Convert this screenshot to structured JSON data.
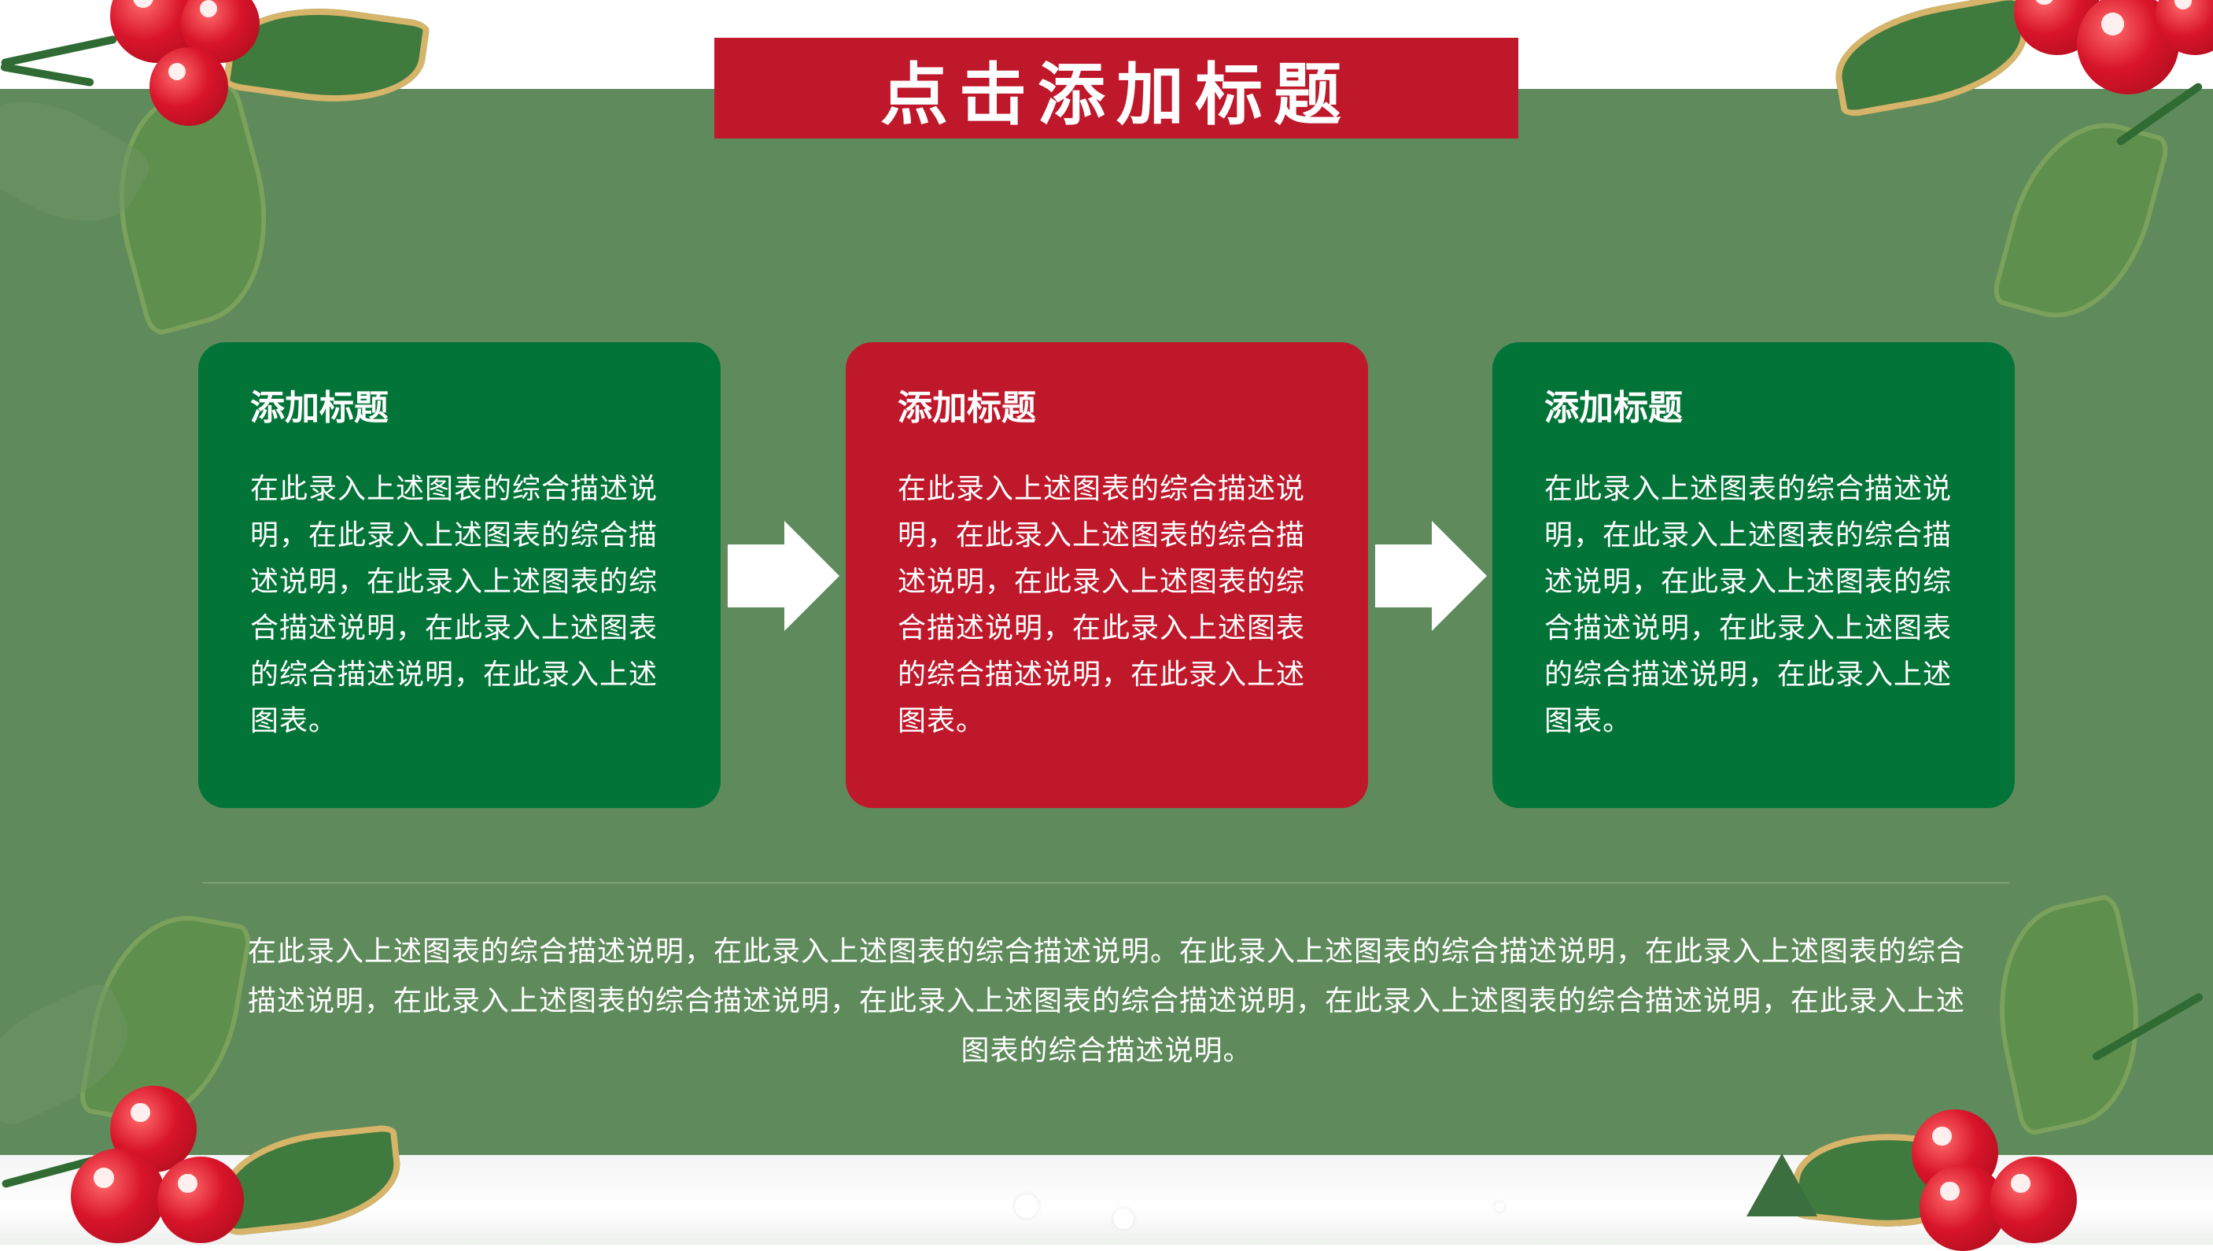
{
  "slide": {
    "title": "点击添加标题",
    "colors": {
      "background_green": "#5f8b5c",
      "card_green": "#037438",
      "accent_red": "#c0182b",
      "text": "#ffffff"
    }
  },
  "cards": [
    {
      "title": "添加标题",
      "body": "在此录入上述图表的综合描述说明，在此录入上述图表的综合描述说明，在此录入上述图表的综合描述说明，在此录入上述图表的综合描述说明，在此录入上述图表。",
      "color": "green"
    },
    {
      "title": "添加标题",
      "body": "在此录入上述图表的综合描述说明，在此录入上述图表的综合描述说明，在此录入上述图表的综合描述说明，在此录入上述图表的综合描述说明，在此录入上述图表。",
      "color": "red"
    },
    {
      "title": "添加标题",
      "body": "在此录入上述图表的综合描述说明，在此录入上述图表的综合描述说明，在此录入上述图表的综合描述说明，在此录入上述图表的综合描述说明，在此录入上述图表。",
      "color": "green"
    }
  ],
  "arrows": [
    "arrow-right-icon",
    "arrow-right-icon"
  ],
  "footer": {
    "text": "在此录入上述图表的综合描述说明，在此录入上述图表的综合描述说明。在此录入上述图表的综合描述说明，在此录入上述图表的综合描述说明，在此录入上述图表的综合描述说明，在此录入上述图表的综合描述说明，在此录入上述图表的综合描述说明，在此录入上述图表的综合描述说明。"
  },
  "decorations": [
    "holly-leaf-icon",
    "red-berry-icon",
    "pine-branch-icon",
    "snow-tree-icon"
  ]
}
